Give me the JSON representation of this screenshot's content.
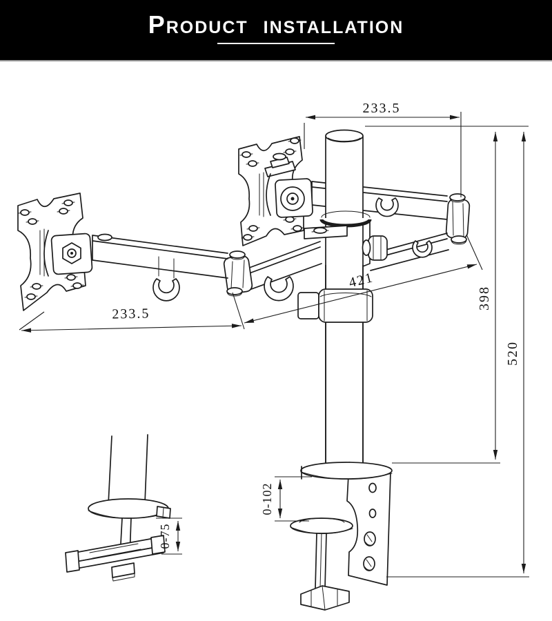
{
  "header": {
    "title": "Product installation"
  },
  "drawing": {
    "type": "technical-line-drawing",
    "subject": "dual-monitor desk mount arm with clamp and grommet base",
    "dimensions": {
      "top_width": "233.5",
      "front_arm_width": "233.5",
      "arm_span": "421",
      "pole_above_desk": "398",
      "total_height": "520",
      "clamp_opening": "0-102",
      "grommet_range": "0-75"
    }
  },
  "colors": {
    "header_bg": "#000000",
    "header_text": "#ffffff",
    "line": "#1c1c1c",
    "background": "#ffffff"
  }
}
